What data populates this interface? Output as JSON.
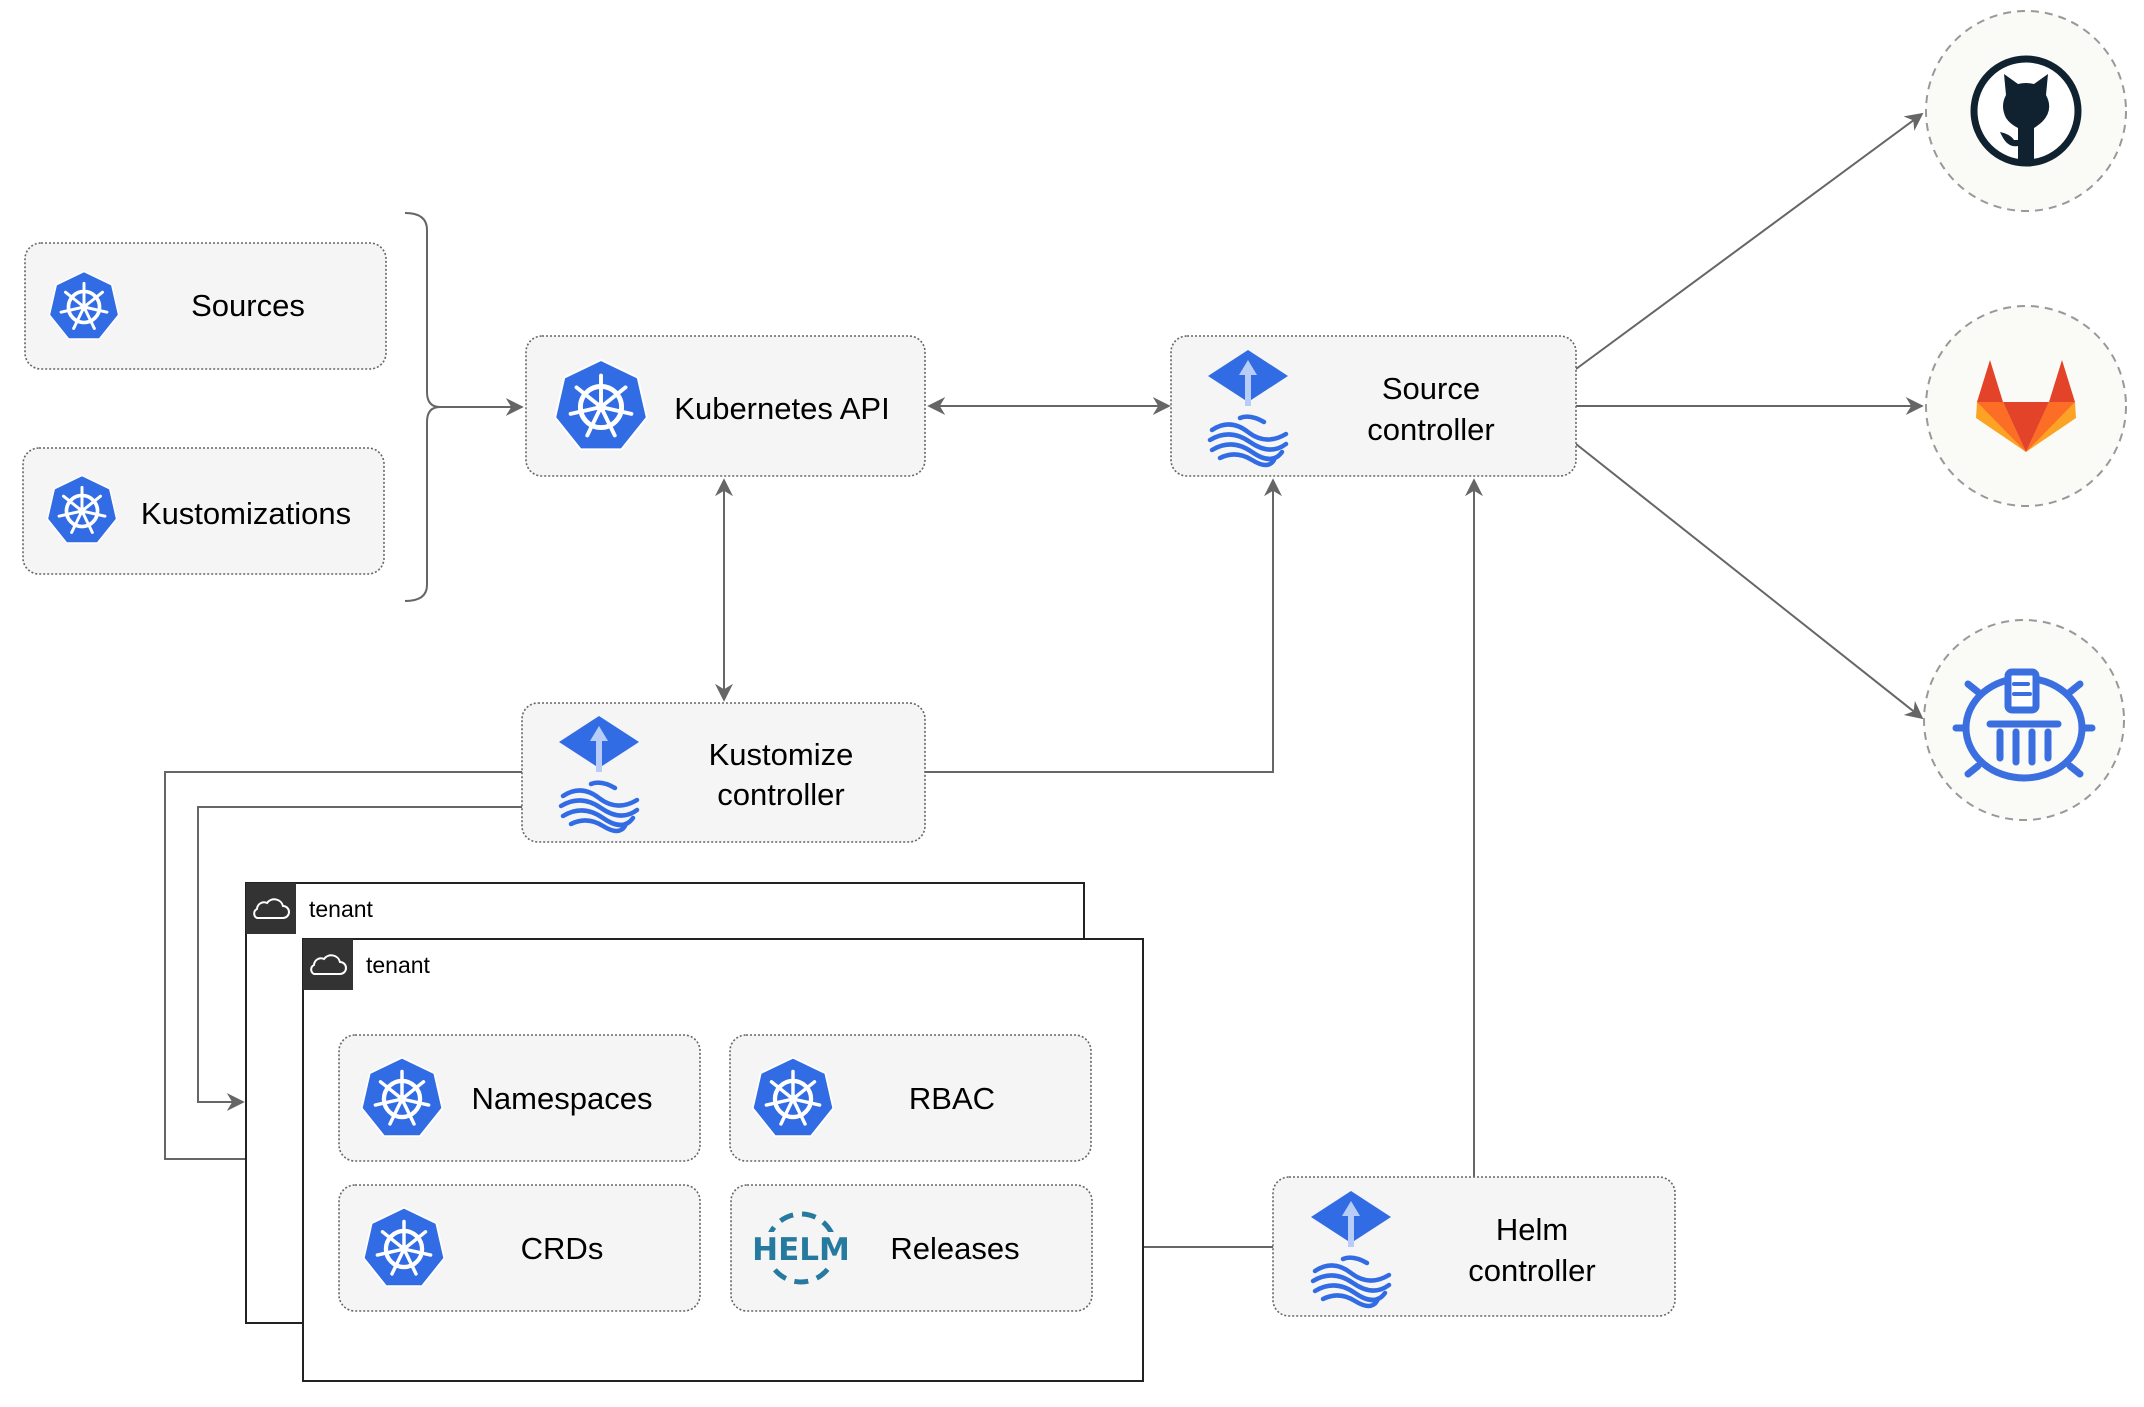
{
  "nodes": {
    "sources": "Sources",
    "kustomizations": "Kustomizations",
    "kubernetes_api": "Kubernetes API",
    "source_controller": [
      "Source",
      "controller"
    ],
    "kustomize_controller": [
      "Kustomize",
      "controller"
    ],
    "helm_controller": [
      "Helm",
      "controller"
    ],
    "namespaces": "Namespaces",
    "rbac": "RBAC",
    "crds": "CRDs",
    "releases": "Releases",
    "helm_logo": "HELM"
  },
  "tenants": [
    "tenant",
    "tenant"
  ],
  "external_sources": [
    {
      "icon": "github-icon",
      "color": "#10222f"
    },
    {
      "icon": "gitlab-icon",
      "color": "#e24329"
    },
    {
      "icon": "bucket-icon",
      "color": "#3b6fe0"
    }
  ],
  "colors": {
    "kubernetes_blue": "#326ce5",
    "helm_blue": "#277a9f",
    "edge": "#666666"
  }
}
